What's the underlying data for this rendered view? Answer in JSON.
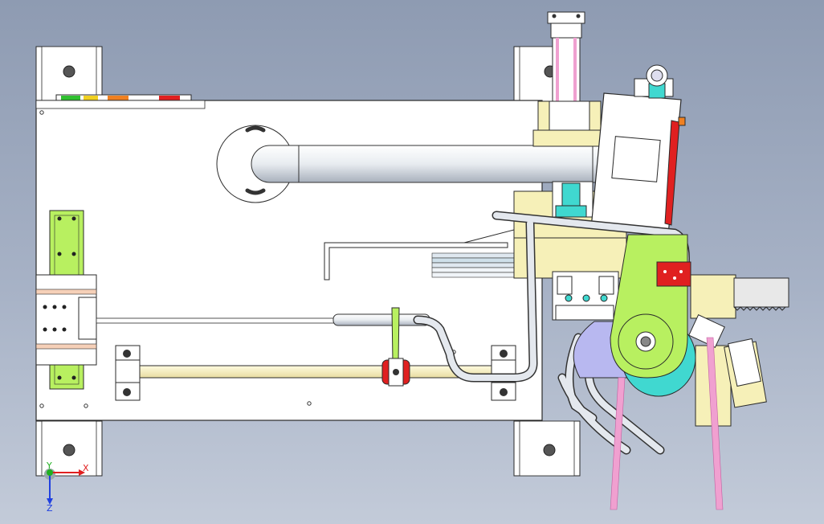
{
  "window": {
    "title": ""
  },
  "triad": {
    "x_label": "X",
    "y_label": "Y",
    "z_label": "Z",
    "x_color": "#e02020",
    "y_color": "#20b020",
    "z_color": "#2040e0"
  },
  "palette": {
    "background_top": "#8e9bb2",
    "background_bottom": "#c3cbd9",
    "plate": "#ffffff",
    "outline": "#2a2a2a",
    "light_green": "#b8f060",
    "pale_yellow": "#f6f0b8",
    "tube_grey": "#d8dde4",
    "pink": "#f0a0d0",
    "cyan": "#40d8d0",
    "red": "#e02020",
    "lavender": "#b8b8f0",
    "rack_grey": "#e8e8e8",
    "orange": "#f08020"
  }
}
